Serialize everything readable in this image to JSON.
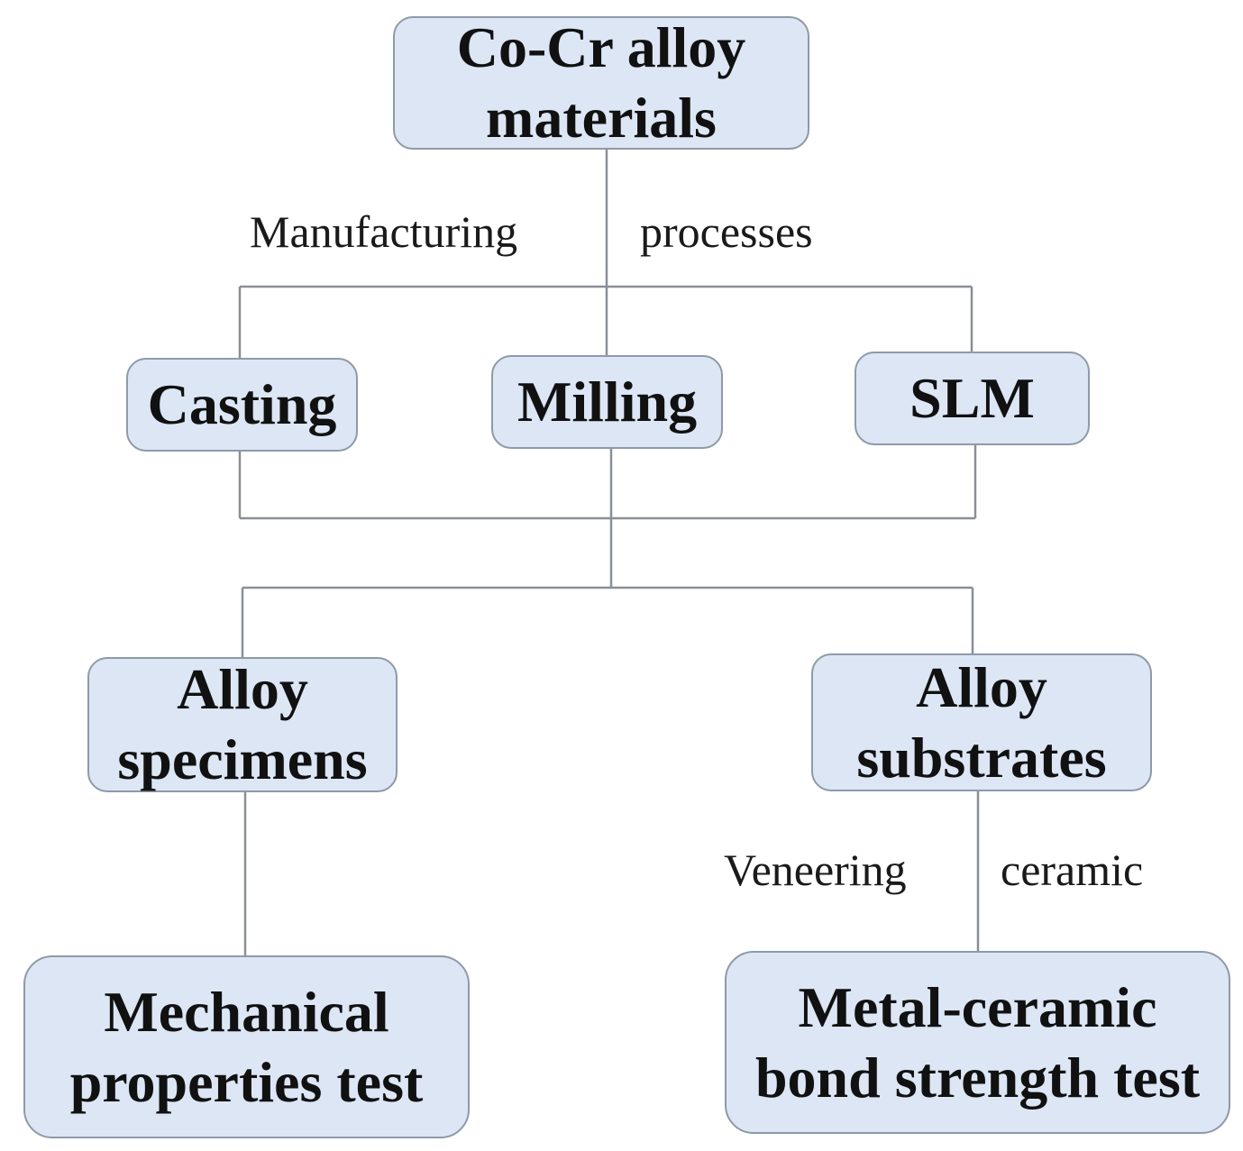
{
  "nodes": {
    "root": {
      "line1": "Co-Cr alloy",
      "line2": "materials"
    },
    "casting": {
      "label": "Casting"
    },
    "milling": {
      "label": "Milling"
    },
    "slm": {
      "label": "SLM"
    },
    "specimens": {
      "line1": "Alloy",
      "line2": "specimens"
    },
    "substrates": {
      "line1": "Alloy",
      "line2": "substrates"
    },
    "mechanical": {
      "line1": "Mechanical",
      "line2": "properties test"
    },
    "bond": {
      "line1": "Metal-ceramic",
      "line2": "bond strength test"
    }
  },
  "edge_labels": {
    "manufacturing_left": "Manufacturing",
    "manufacturing_right": "processes",
    "veneering_left": "Veneering",
    "veneering_right": "ceramic"
  },
  "colors": {
    "node_fill": "#dce6f4",
    "node_border": "#8f9aa8",
    "connector": "#8a8f96"
  }
}
